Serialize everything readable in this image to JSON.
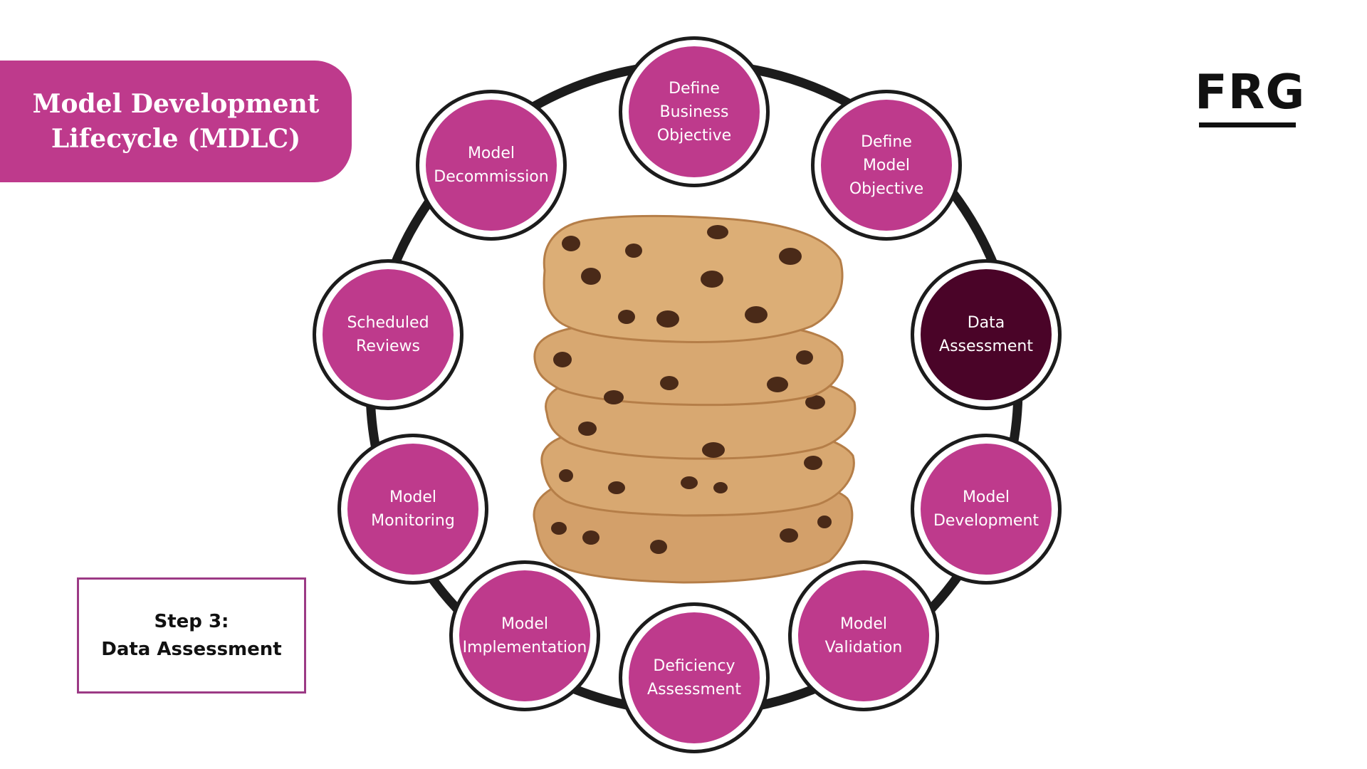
{
  "title": {
    "lines": [
      "Model Development",
      "Lifecycle (MDLC)"
    ]
  },
  "logo": {
    "text": "FRG"
  },
  "step_box": {
    "step": "Step 3:",
    "label": "Data Assessment"
  },
  "colors": {
    "stage_fill": "#be3a8c",
    "active_stage_fill": "#4a0428",
    "ring": "#1c1c1c",
    "banner": "#be3a8c",
    "step_box_border": "#9c3a85"
  },
  "illustration": "stack-of-chocolate-chip-cookies",
  "stages": [
    {
      "lines": [
        "Define",
        "Business",
        "Objective"
      ],
      "active": false
    },
    {
      "lines": [
        "Define",
        "Model",
        "Objective"
      ],
      "active": false
    },
    {
      "lines": [
        "Data",
        "Assessment"
      ],
      "active": true
    },
    {
      "lines": [
        "Model",
        "Development"
      ],
      "active": false
    },
    {
      "lines": [
        "Model",
        "Validation"
      ],
      "active": false
    },
    {
      "lines": [
        "Deficiency",
        "Assessment"
      ],
      "active": false
    },
    {
      "lines": [
        "Model",
        "Implementation"
      ],
      "active": false
    },
    {
      "lines": [
        "Model",
        "Monitoring"
      ],
      "active": false
    },
    {
      "lines": [
        "Scheduled",
        "Reviews"
      ],
      "active": false
    },
    {
      "lines": [
        "Model",
        "Decommission"
      ],
      "active": false
    }
  ]
}
